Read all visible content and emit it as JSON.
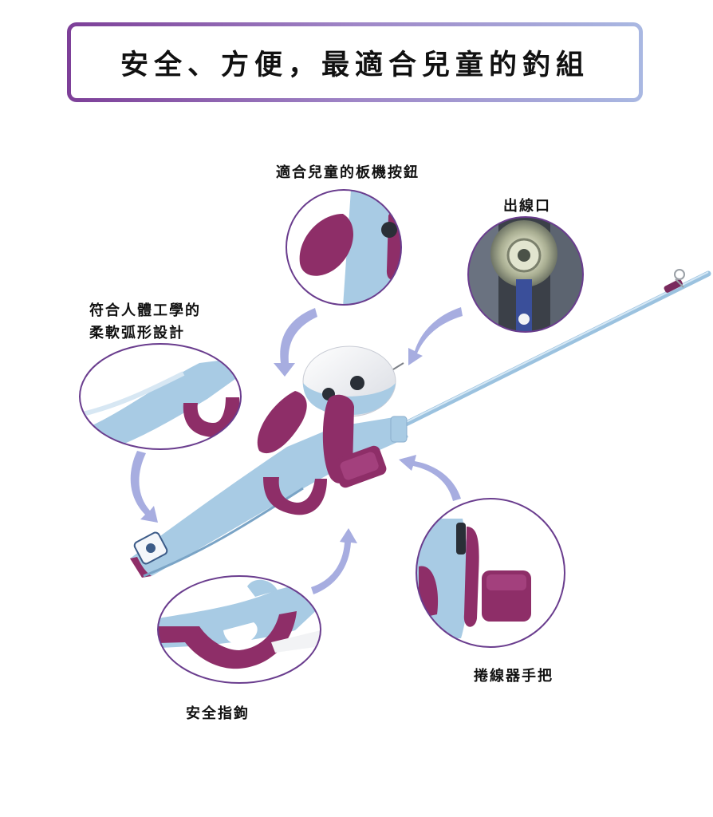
{
  "banner": {
    "title": "安全、方便，最適合兒童的釣組"
  },
  "features": [
    {
      "id": "trigger-button",
      "label": "適合兒童的板機按鈕"
    },
    {
      "id": "line-outlet",
      "label": "出線口"
    },
    {
      "id": "ergonomic-grip",
      "label_lines": [
        "符合人體工學的",
        "柔軟弧形設計"
      ]
    },
    {
      "id": "reel-handle",
      "label": "捲線器手把"
    },
    {
      "id": "safety-hook",
      "label": "安全指鉤"
    }
  ],
  "colors": {
    "rod_blue": "#a8cbe4",
    "accent_purple": "#8e2e68",
    "reel_white": "#f2f3f5",
    "arrow": "#a7ade0",
    "callout_border": "#6a3d8e"
  }
}
